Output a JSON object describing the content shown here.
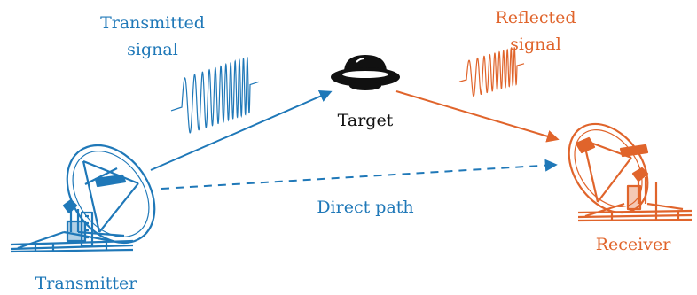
{
  "colors": {
    "transmit": "#1f78b8",
    "reflect": "#e0642b",
    "target": "#111111",
    "direct": "#1f78b8"
  },
  "labels": {
    "transmitted_line1": "Transmitted",
    "transmitted_line2": "signal",
    "reflected_line1": "Reflected",
    "reflected_line2": "signal",
    "target": "Target",
    "direct_path": "Direct path",
    "receiver": "Receiver",
    "transmitter": "Transmitter"
  },
  "icons": {
    "transmitter": "satellite-dish-icon",
    "receiver": "satellite-dish-icon",
    "target": "ufo-icon"
  }
}
